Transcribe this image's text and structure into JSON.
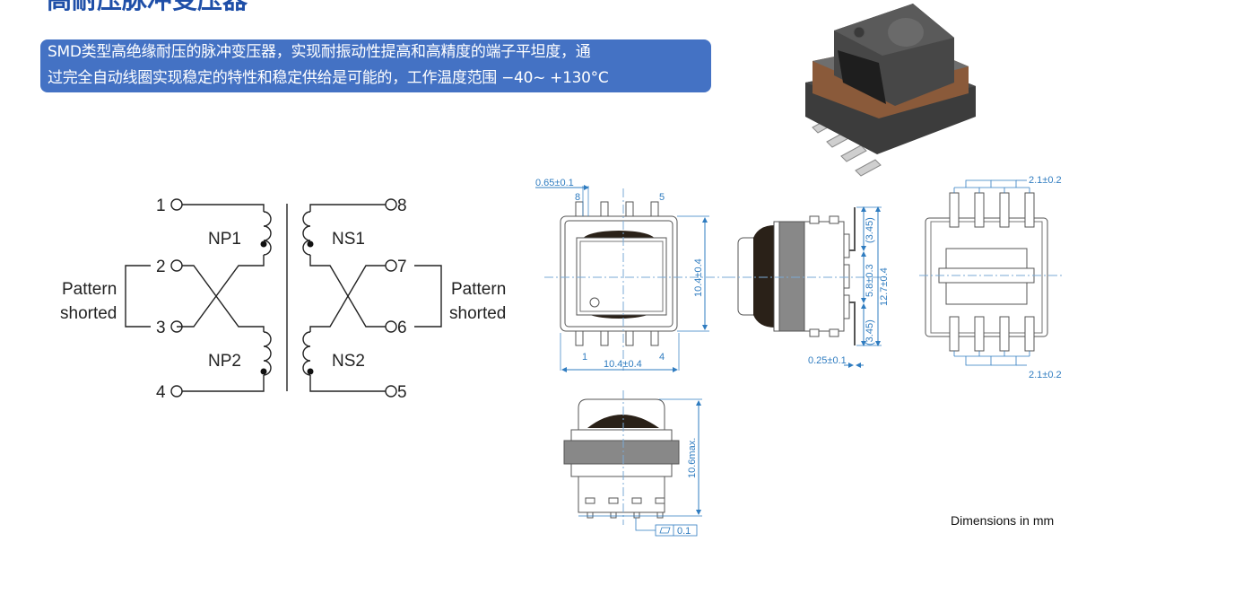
{
  "header": {
    "title": "高耐压脉冲变压器"
  },
  "description": {
    "lines": [
      "SMD类型高绝缘耐压的脉冲变压器，实现耐振动性提高和高精度的端子平坦度，通",
      "过完全自动线圈实现稳定的特性和稳定供给是可能的，工作温度范围  −40~ +130°C"
    ],
    "background_color": "#4472c4"
  },
  "schematic": {
    "pins": {
      "p1": "1",
      "p2": "2",
      "p3": "3",
      "p4": "4",
      "p5": "5",
      "p6": "6",
      "p7": "7",
      "p8": "8"
    },
    "windings": {
      "np1": "NP1",
      "np2": "NP2",
      "ns1": "NS1",
      "ns2": "NS2"
    },
    "short_label_left": [
      "Pattern",
      "shorted"
    ],
    "short_label_right": [
      "Pattern",
      "shorted"
    ]
  },
  "drawings": {
    "top_view": {
      "pin_pitch_width": "0.65±0.1",
      "pin_label_8": "8",
      "pin_label_5": "5",
      "pin_label_1": "1",
      "pin_label_4": "4",
      "width": "10.4±0.4",
      "height": "10.4±0.4"
    },
    "side_view": {
      "upper_pad": "(3.45)",
      "lower_pad": "(3.45)",
      "center": "5.8±0.3",
      "overall": "12.7±0.4",
      "lead_thickness": "0.25±0.1"
    },
    "bottom_view": {
      "pitch_top": "2.1±0.2",
      "pitch_bottom": "2.1±0.2"
    },
    "front_view": {
      "height": "10.6max.",
      "flatness": "0.1"
    },
    "units_note": "Dimensions in mm"
  },
  "colors": {
    "dimension": "#2f7cc0",
    "title": "#1f4fa8"
  }
}
